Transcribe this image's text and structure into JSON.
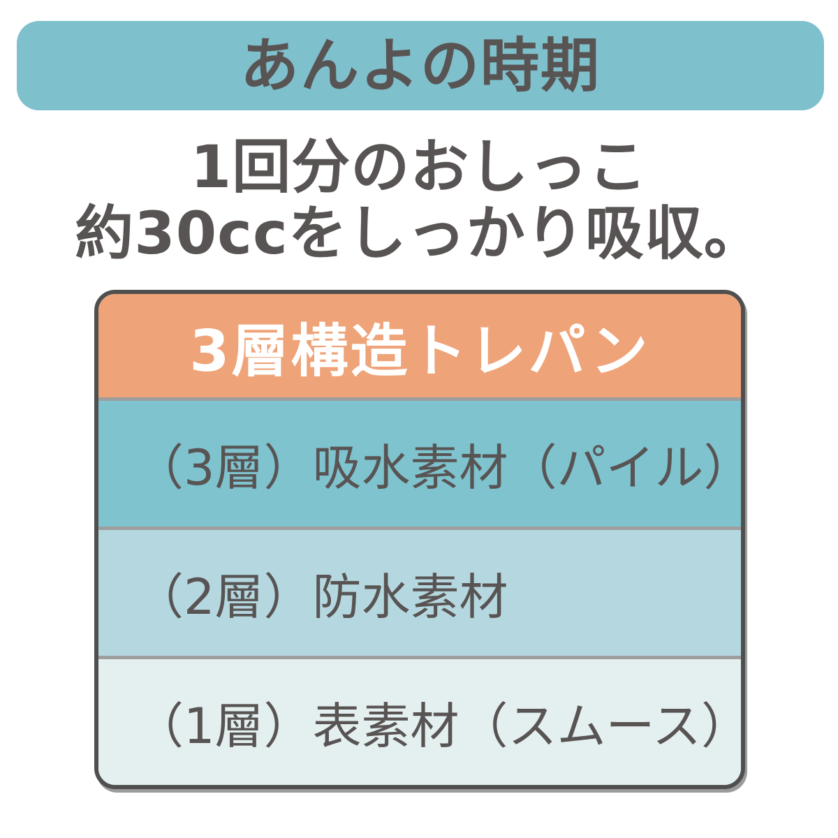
{
  "banner": {
    "title": "あんよの時期",
    "bg": "#7ec0cc",
    "text_color": "#595454"
  },
  "subtitle": {
    "line1": "1回分のおしっこ",
    "line2": "約30ccをしっかり吸収。",
    "text_color": "#595454"
  },
  "card": {
    "title": "3層構造トレパン",
    "title_bg": "#efa378",
    "title_text_color": "#ffffff",
    "border_color": "#4f4f4f",
    "divider_color": "#9e9e9e",
    "layers": [
      {
        "label": "（3層）吸水素材（パイル）",
        "bg": "#7ec3ce"
      },
      {
        "label": "（2層）防水素材",
        "bg": "#b5d8e0"
      },
      {
        "label": "（1層）表素材（スムース）",
        "bg": "#e4f0ef"
      }
    ]
  }
}
